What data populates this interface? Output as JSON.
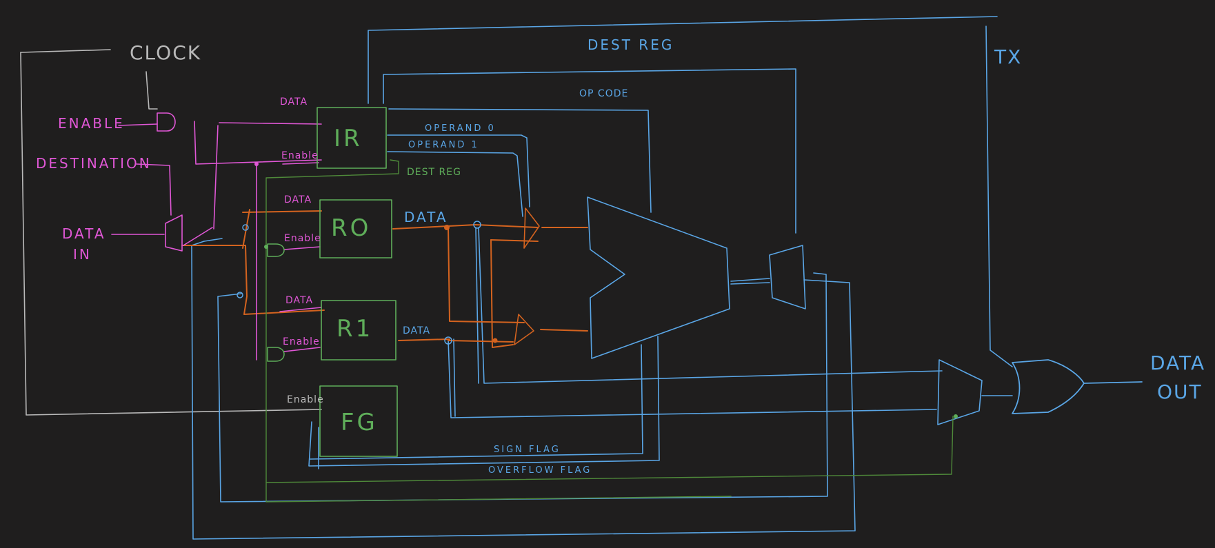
{
  "colors": {
    "background": "#1f1e1e",
    "clock": "#b9b9b9",
    "control": "#e057d6",
    "register": "#5fae5a",
    "data_bus": "#d4631f",
    "alu_bus": "#5aa6e6",
    "flag_wire": "#4f8a3a"
  },
  "labels": {
    "clock": "CLOCK",
    "enable": "ENABLE",
    "destination": "DESTINATION",
    "data_in_line1": "DATA",
    "data_in_line2": "IN",
    "dest_reg_top": "DEST REG",
    "op_code": "OP CODE",
    "tx": "TX",
    "operand0": "OPERAND 0",
    "operand1": "OPERAND 1",
    "dest_reg_small": "DEST REG",
    "r0_out_data": "DATA",
    "r1_out_data": "DATA",
    "sign_flag": "SIGN FLAG",
    "overflow_flag": "OVERFLOW FLAG",
    "data_out_line1": "DATA",
    "data_out_line2": "OUT"
  },
  "registers": {
    "ir": {
      "name": "IR",
      "data_label": "DATA",
      "enable_label": "Enable"
    },
    "r0": {
      "name": "RO",
      "data_label": "DATA",
      "enable_label": "Enable"
    },
    "r1": {
      "name": "R1",
      "data_label": "DATA",
      "enable_label": "Enable"
    },
    "fg": {
      "name": "FG",
      "enable_label": "Enable"
    }
  }
}
